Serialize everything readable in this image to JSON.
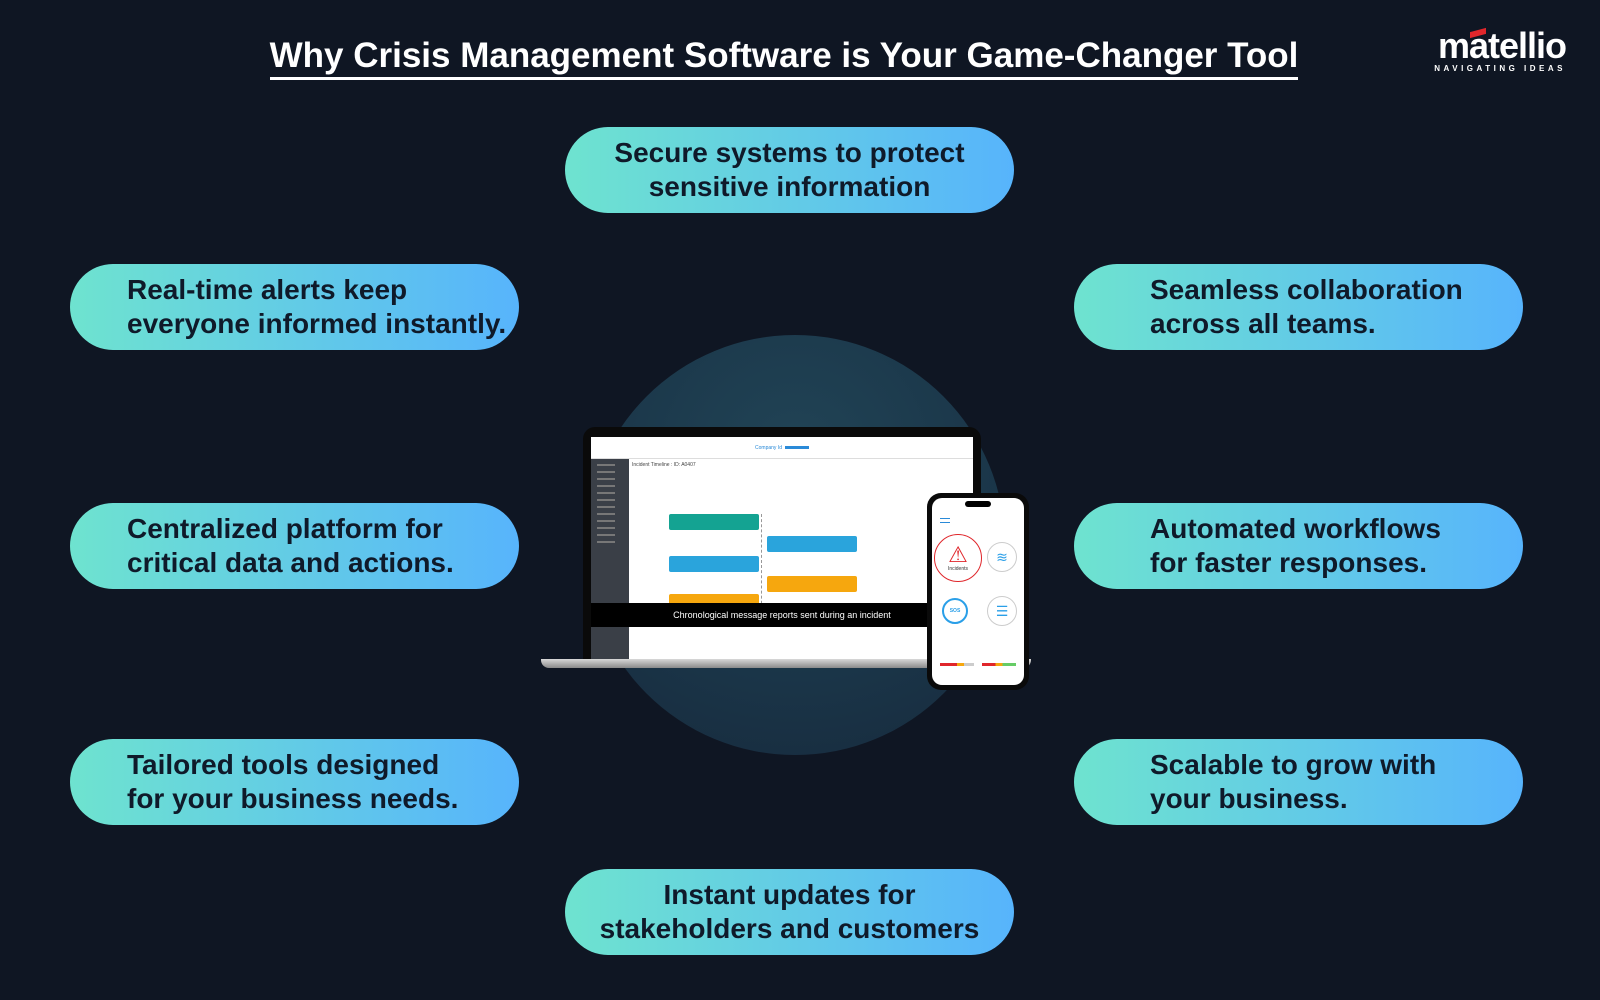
{
  "title": "Why Crisis Management Software is Your Game-Changer Tool",
  "logo": {
    "word": "matellio",
    "tagline": "NAVIGATING IDEAS",
    "accent": "#e0262b"
  },
  "colors": {
    "background": "#0f1623",
    "pill_start": "#6ee3cf",
    "pill_end": "#57b4fc"
  },
  "benefits": {
    "top": [
      "Secure systems to protect",
      "sensitive information"
    ],
    "left": [
      [
        "Real-time alerts keep",
        "everyone informed instantly."
      ],
      [
        "Centralized platform for",
        "critical data and actions."
      ],
      [
        "Tailored tools designed",
        "for your business needs."
      ]
    ],
    "right": [
      [
        "Seamless collaboration",
        "across all teams."
      ],
      [
        "Automated workflows",
        "for faster responses."
      ],
      [
        "Scalable to grow with",
        "your business."
      ]
    ],
    "bottom": [
      "Instant updates for",
      "stakeholders and customers"
    ]
  },
  "laptop": {
    "company_label": "Company Id",
    "page_title": "Incident Timeline : ID: A0407",
    "caption": "Chronological message reports sent during an incident"
  },
  "phone": {
    "incidents_label": "Incidents",
    "sos_label": "SOS"
  }
}
